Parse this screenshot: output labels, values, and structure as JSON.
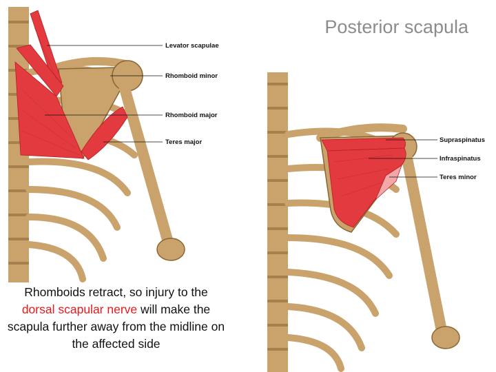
{
  "title": "Posterior scapula",
  "colors": {
    "bone": "#c9a36b",
    "bone_dark": "#8a6536",
    "muscle": "#e23a3f",
    "muscle_light": "#f3a7a7",
    "highlight": "#e8191c",
    "title": "#8c8c8c"
  },
  "left_figure": {
    "labels": {
      "levator_scapulae": "Levator scapulae",
      "rhomboid_minor": "Rhomboid minor",
      "rhomboid_major": "Rhomboid major",
      "teres_major": "Teres major"
    }
  },
  "right_figure": {
    "labels": {
      "supraspinatus": "Supraspinatus",
      "infraspinatus": "Infraspinatus",
      "teres_minor": "Teres minor"
    }
  },
  "caption": {
    "part1": "Rhomboids retract, so injury to the",
    "highlight": "dorsal  scapular nerve",
    "part2": "will make the scapula further away  from the midline on the affected side"
  }
}
